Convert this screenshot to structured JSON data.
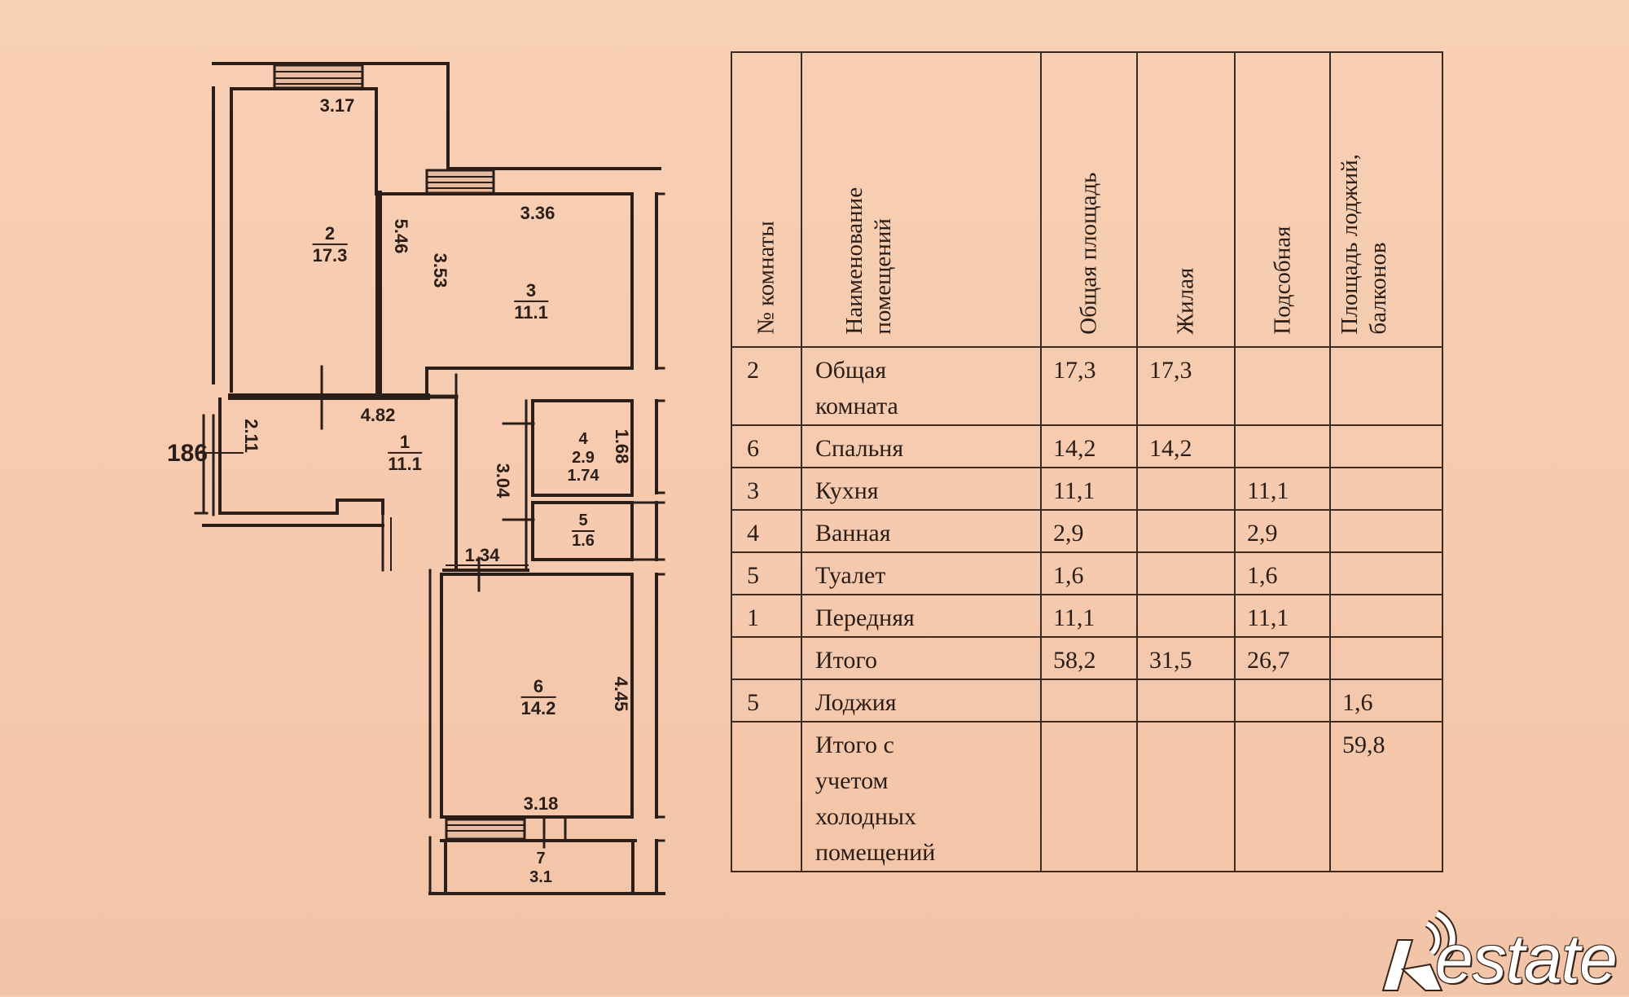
{
  "floor_plan": {
    "rooms": [
      {
        "number": "2",
        "area": "17.3"
      },
      {
        "number": "3",
        "area": "11.1"
      },
      {
        "number": "1",
        "area": "11.1"
      },
      {
        "number": "4",
        "area": "2.9",
        "extra": "1.74"
      },
      {
        "number": "5",
        "area": "1.6"
      },
      {
        "number": "6",
        "area": "14.2"
      },
      {
        "number": "7",
        "area": "3.1"
      }
    ],
    "dimensions": {
      "room2_width": "3.17",
      "room2_length": "5.46",
      "room3_width": "3.36",
      "room3_length": "3.53",
      "hall_length": "4.82",
      "hall_width": "2.11",
      "hall_depth": "3.04",
      "entry_width": "186",
      "bath_length": "1.68",
      "corridor_width": "1.34",
      "room6_length": "4.45",
      "room6_width": "3.18"
    }
  },
  "schedule": {
    "headers": [
      "№ комнаты",
      "Наименование\nпомещений",
      "Общая площадь",
      "Жилая",
      "Подсобная",
      "Площадь лоджий,\nбалконов"
    ],
    "rows": [
      {
        "num": "2",
        "name": "Общая\nкомната",
        "total": "17,3",
        "living": "17,3",
        "utility": "",
        "loggia": ""
      },
      {
        "num": "6",
        "name": "Спальня",
        "total": "14,2",
        "living": "14,2",
        "utility": "",
        "loggia": ""
      },
      {
        "num": "3",
        "name": "Кухня",
        "total": "11,1",
        "living": "",
        "utility": "11,1",
        "loggia": ""
      },
      {
        "num": "4",
        "name": "Ванная",
        "total": "2,9",
        "living": "",
        "utility": "2,9",
        "loggia": ""
      },
      {
        "num": "5",
        "name": "Туалет",
        "total": "1,6",
        "living": "",
        "utility": "1,6",
        "loggia": ""
      },
      {
        "num": "1",
        "name": "Передняя",
        "total": "11,1",
        "living": "",
        "utility": "11,1",
        "loggia": ""
      },
      {
        "num": "",
        "name": "Итого",
        "total": "58,2",
        "living": "31,5",
        "utility": "26,7",
        "loggia": ""
      },
      {
        "num": "5",
        "name": "Лоджия",
        "total": "",
        "living": "",
        "utility": "",
        "loggia": "1,6"
      },
      {
        "num": "",
        "name": "Итого с\nучетом\nхолодных\nпомещений",
        "total": "",
        "living": "",
        "utility": "",
        "loggia": "59,8"
      }
    ]
  },
  "watermark": {
    "text": "estate",
    "initial": "R"
  },
  "colors": {
    "background": "#f7cdb1",
    "ink": "#2a1d17",
    "logo_fill": "#ffffff"
  }
}
